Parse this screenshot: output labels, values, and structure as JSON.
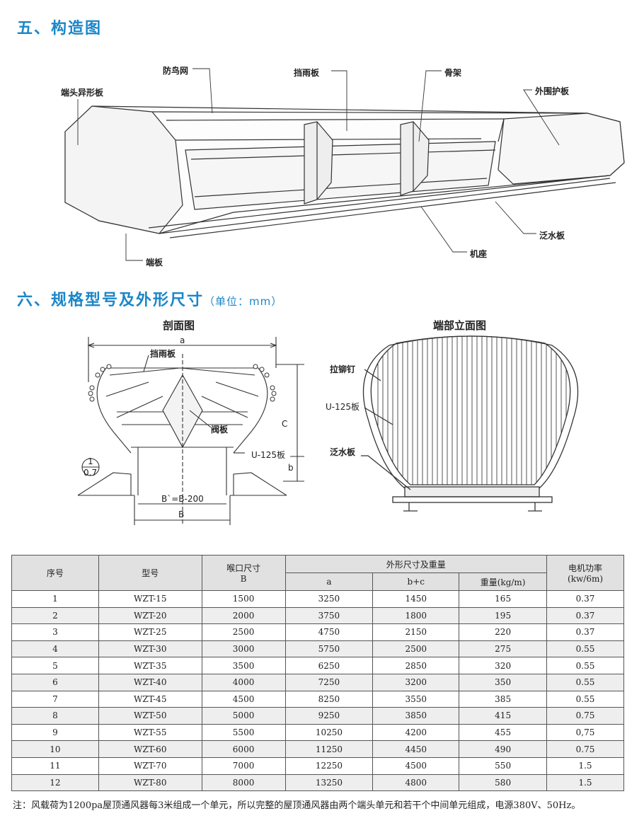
{
  "section5": {
    "title": "五、构造图"
  },
  "section6": {
    "title": "六、规格型号及外形尺寸",
    "unit": "（单位：mm）"
  },
  "structure_labels": {
    "end_plate": "端头异形板",
    "bird_net": "防鸟网",
    "rain_baffle": "挡雨板",
    "frame": "骨架",
    "outer_panel": "外围护板",
    "flashing": "泛水板",
    "base": "机座",
    "end_board": "端板"
  },
  "section_view": {
    "title": "剖面图",
    "dim_a": "a",
    "rain_baffle": "挡雨板",
    "valve_plate": "阀板",
    "dim_c": "C",
    "u125": "U-125板",
    "dim_b": "b",
    "frac_top": "1",
    "frac_bottom": "0.7",
    "b_prime": "B`=B-200",
    "dim_B": "B"
  },
  "end_view": {
    "title": "端部立面图",
    "rivet": "拉铆钉",
    "u125": "U-125板",
    "flashing": "泛水板"
  },
  "table": {
    "headers": {
      "no": "序号",
      "model": "型号",
      "throat": "喉口尺寸",
      "throat_sub": "B",
      "dims": "外形尺寸及重量",
      "a": "a",
      "bc": "b+c",
      "weight": "重量(kg/m)",
      "power": "电机功率",
      "power_sub": "(kw/6m)"
    },
    "rows": [
      [
        "1",
        "WZT-15",
        "1500",
        "3250",
        "1450",
        "165",
        "0.37"
      ],
      [
        "2",
        "WZT-20",
        "2000",
        "3750",
        "1800",
        "195",
        "0.37"
      ],
      [
        "3",
        "WZT-25",
        "2500",
        "4750",
        "2150",
        "220",
        "0.37"
      ],
      [
        "4",
        "WZT-30",
        "3000",
        "5750",
        "2500",
        "275",
        "0.55"
      ],
      [
        "5",
        "WZT-35",
        "3500",
        "6250",
        "2850",
        "320",
        "0.55"
      ],
      [
        "6",
        "WZT-40",
        "4000",
        "7250",
        "3200",
        "350",
        "0.55"
      ],
      [
        "7",
        "WZT-45",
        "4500",
        "8250",
        "3550",
        "385",
        "0.55"
      ],
      [
        "8",
        "WZT-50",
        "5000",
        "9250",
        "3850",
        "415",
        "0.75"
      ],
      [
        "9",
        "WZT-55",
        "5500",
        "10250",
        "4200",
        "455",
        "0,75"
      ],
      [
        "10",
        "WZT-60",
        "6000",
        "11250",
        "4450",
        "490",
        "0.75"
      ],
      [
        "11",
        "WZT-70",
        "7000",
        "12250",
        "4500",
        "550",
        "1.5"
      ],
      [
        "12",
        "WZT-80",
        "8000",
        "13250",
        "4800",
        "580",
        "1.5"
      ]
    ]
  },
  "note": "注：风载荷为1200pa屋顶通风器每3米组成一个单元，所以完整的屋顶通风器由两个端头单元和若干个中间单元组成，电源380V、50Hz。"
}
